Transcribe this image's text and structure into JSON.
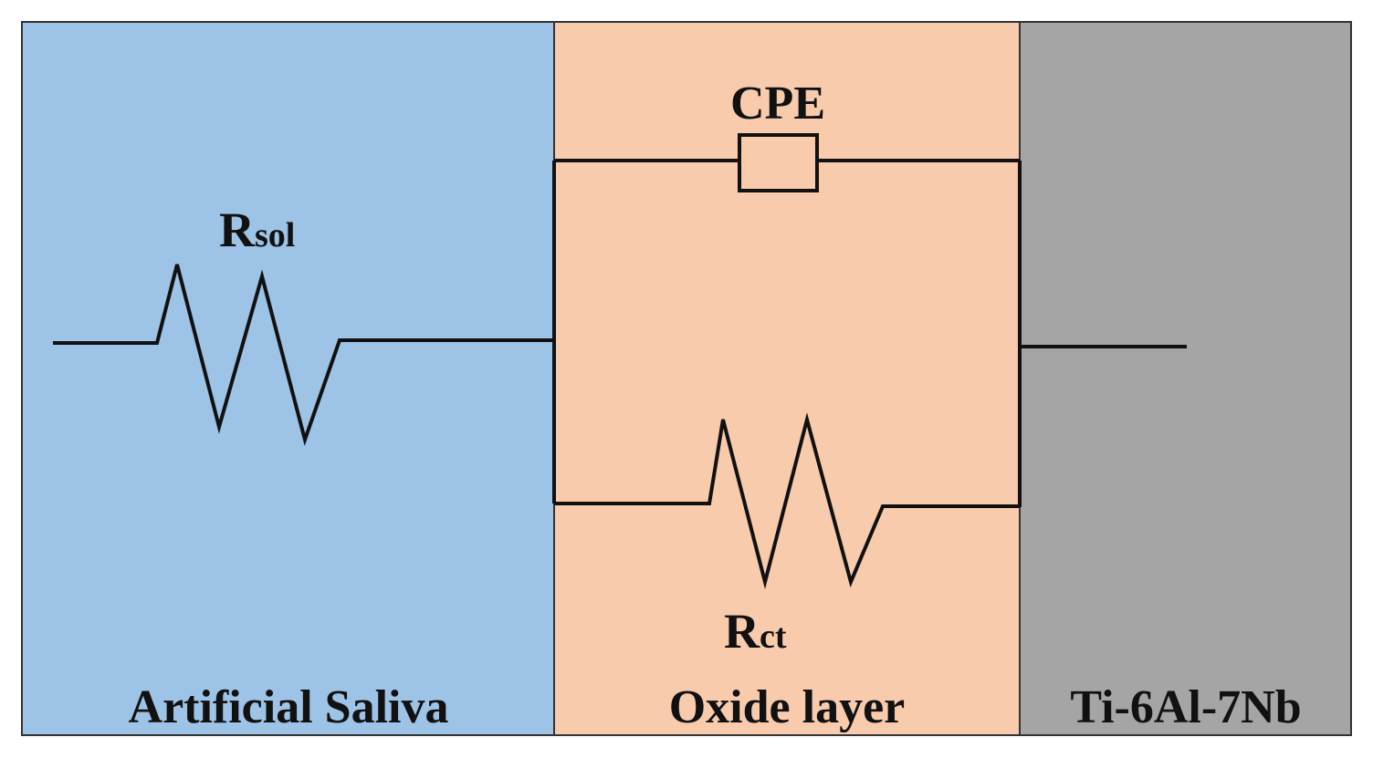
{
  "regions": [
    {
      "label": "Artificial Saliva",
      "color": "#9dc3e6"
    },
    {
      "label": "Oxide layer",
      "color": "#f8cbad"
    },
    {
      "label": "Ti-6Al-7Nb",
      "color": "#a5a5a5"
    }
  ],
  "components": {
    "rsol": {
      "main": "R",
      "sub": "sol"
    },
    "cpe": {
      "label": "CPE"
    },
    "rct": {
      "main": "R",
      "sub": "ct"
    }
  },
  "colors": {
    "wire": "#111111",
    "border": "#333333",
    "background": "#ffffff"
  }
}
